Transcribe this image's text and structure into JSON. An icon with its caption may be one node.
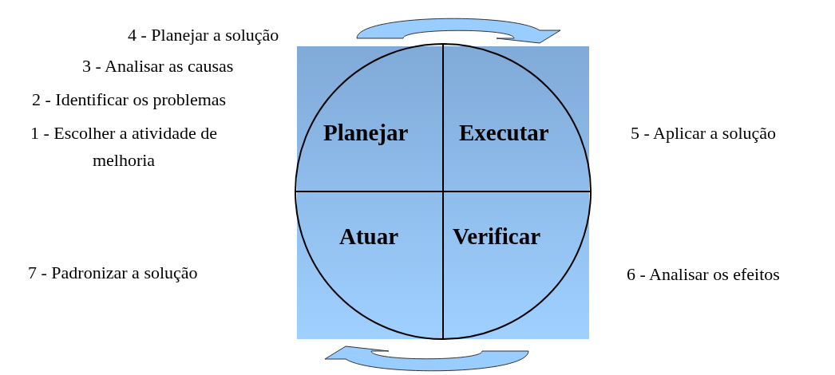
{
  "diagram": {
    "nodes": [
      {
        "text": [
          "Planejar"
        ]
      },
      {
        "text": [
          "Executar"
        ]
      },
      {
        "text": [
          "Atuar"
        ]
      },
      {
        "text": [
          "Verificar"
        ]
      }
    ],
    "edges": [
      {
        "from": 0,
        "to": 1,
        "arrow": "to"
      },
      {
        "from": 3,
        "to": 2,
        "arrow": "to"
      }
    ],
    "labels": [
      "4 - Planejar a solução",
      "3 - Analisar as causas",
      "2 - Identificar os problemas",
      "1 - Escolher a atividade de melhoria",
      "5 - Aplicar a solução",
      "7 - Padronizar a solução",
      "6 - Analisar os efeitos"
    ]
  }
}
